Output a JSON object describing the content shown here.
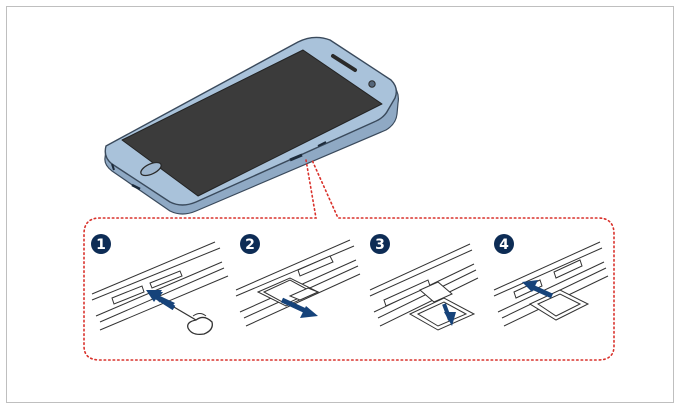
{
  "colors": {
    "frame": "#bfbfbf",
    "phone_body": "#a9c2da",
    "phone_edge": "#8fa9c4",
    "phone_outline": "#3a4a5c",
    "screen": "#3a3a3a",
    "callout": "#d9312b",
    "step_badge": "#0d2c55",
    "arrow": "#16437a",
    "line_art": "#333333"
  },
  "steps": [
    {
      "number": "1",
      "icon": "ejection-pin-insert"
    },
    {
      "number": "2",
      "icon": "tray-pull-out"
    },
    {
      "number": "3",
      "icon": "sim-card-place"
    },
    {
      "number": "4",
      "icon": "tray-push-in"
    }
  ]
}
